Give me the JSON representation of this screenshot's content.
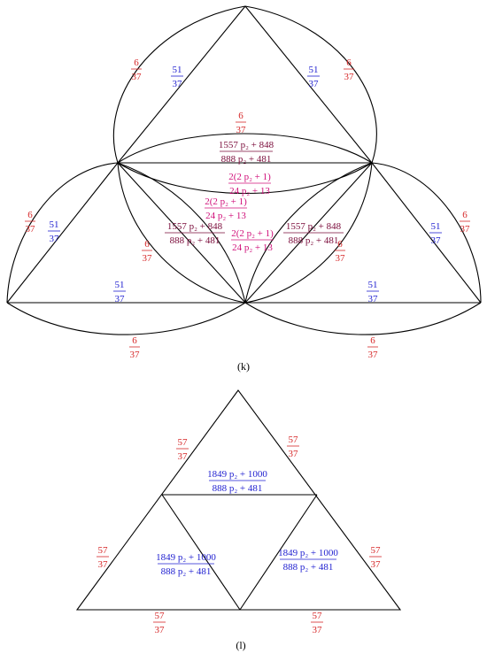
{
  "diagram_k": {
    "caption": "(k)",
    "labels": {
      "top_left_arc": {
        "num": "6",
        "den": "37"
      },
      "top_right_arc": {
        "num": "6",
        "den": "37"
      },
      "top_left_edge": {
        "num": "51",
        "den": "37"
      },
      "top_right_edge": {
        "num": "51",
        "den": "37"
      },
      "upper_lens_arc": {
        "num": "6",
        "den": "37"
      },
      "center_chord": {
        "num": "1557 p₂ + 848",
        "den": "888 p₂ + 481"
      },
      "lens_mid_a": {
        "num": "2(2 p₂ + 1)",
        "den": "24 p₂ + 13"
      },
      "lens_mid_b": {
        "num": "2(2 p₂ + 1)",
        "den": "24 p₂ + 13"
      },
      "lens_mid_c": {
        "num": "2(2 p₂ + 1)",
        "den": "24 p₂ + 13"
      },
      "left_chord": {
        "num": "1557 p₂ + 848",
        "den": "888 p₂ + 481"
      },
      "right_chord": {
        "num": "1557 p₂ + 848",
        "den": "888 p₂ + 481"
      },
      "left_outer_arc": {
        "num": "6",
        "den": "37"
      },
      "left_edge": {
        "num": "51",
        "den": "37"
      },
      "left_inner_arc": {
        "num": "6",
        "den": "37"
      },
      "right_inner_arc": {
        "num": "6",
        "den": "37"
      },
      "right_edge": {
        "num": "51",
        "den": "37"
      },
      "right_outer_arc": {
        "num": "6",
        "den": "37"
      },
      "bottom_left_edge": {
        "num": "51",
        "den": "37"
      },
      "bottom_right_edge": {
        "num": "51",
        "den": "37"
      },
      "bottom_left_arc": {
        "num": "6",
        "den": "37"
      },
      "bottom_right_arc": {
        "num": "6",
        "den": "37"
      }
    }
  },
  "diagram_l": {
    "caption": "(l)",
    "labels": {
      "top_left_side": {
        "num": "57",
        "den": "37"
      },
      "top_right_side": {
        "num": "57",
        "den": "37"
      },
      "mid_chord": {
        "num": "1849 p₂ + 1000",
        "den": "888 p₂ + 481"
      },
      "left_side": {
        "num": "57",
        "den": "37"
      },
      "right_side": {
        "num": "57",
        "den": "37"
      },
      "inner_left": {
        "num": "1849 p₂ + 1000",
        "den": "888 p₂ + 481"
      },
      "inner_right": {
        "num": "1849 p₂ + 1000",
        "den": "888 p₂ + 481"
      },
      "bottom_left": {
        "num": "57",
        "den": "37"
      },
      "bottom_right": {
        "num": "57",
        "den": "37"
      }
    }
  }
}
